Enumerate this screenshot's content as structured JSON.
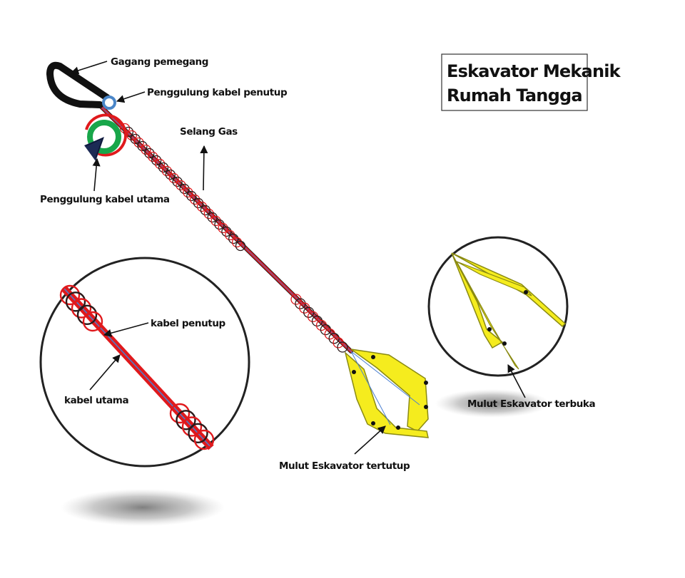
{
  "title": {
    "line1": "Eskavator Mekanik",
    "line2": "Rumah Tangga"
  },
  "labels": {
    "handle": "Gagang pemegang",
    "cover_cable_reel": "Penggulung kabel penutup",
    "gas_hose": "Selang Gas",
    "main_cable_reel": "Penggulung kabel utama",
    "cover_cable": "kabel penutup",
    "main_cable": "kabel utama",
    "mouth_closed": "Mulut Eskavator tertutup",
    "mouth_open": "Mulut Eskavator terbuka"
  },
  "colors": {
    "rod": "#e0191c",
    "coil": "#2a1a1a",
    "jaw": "#f5ec1e",
    "jaw_outline": "#8a8a12",
    "inner_cable": "#4a7fd0",
    "reel_green": "#18a64a",
    "reel_red": "#e0191c",
    "reel_blue": "#4a86c8",
    "handle": "#111111"
  }
}
